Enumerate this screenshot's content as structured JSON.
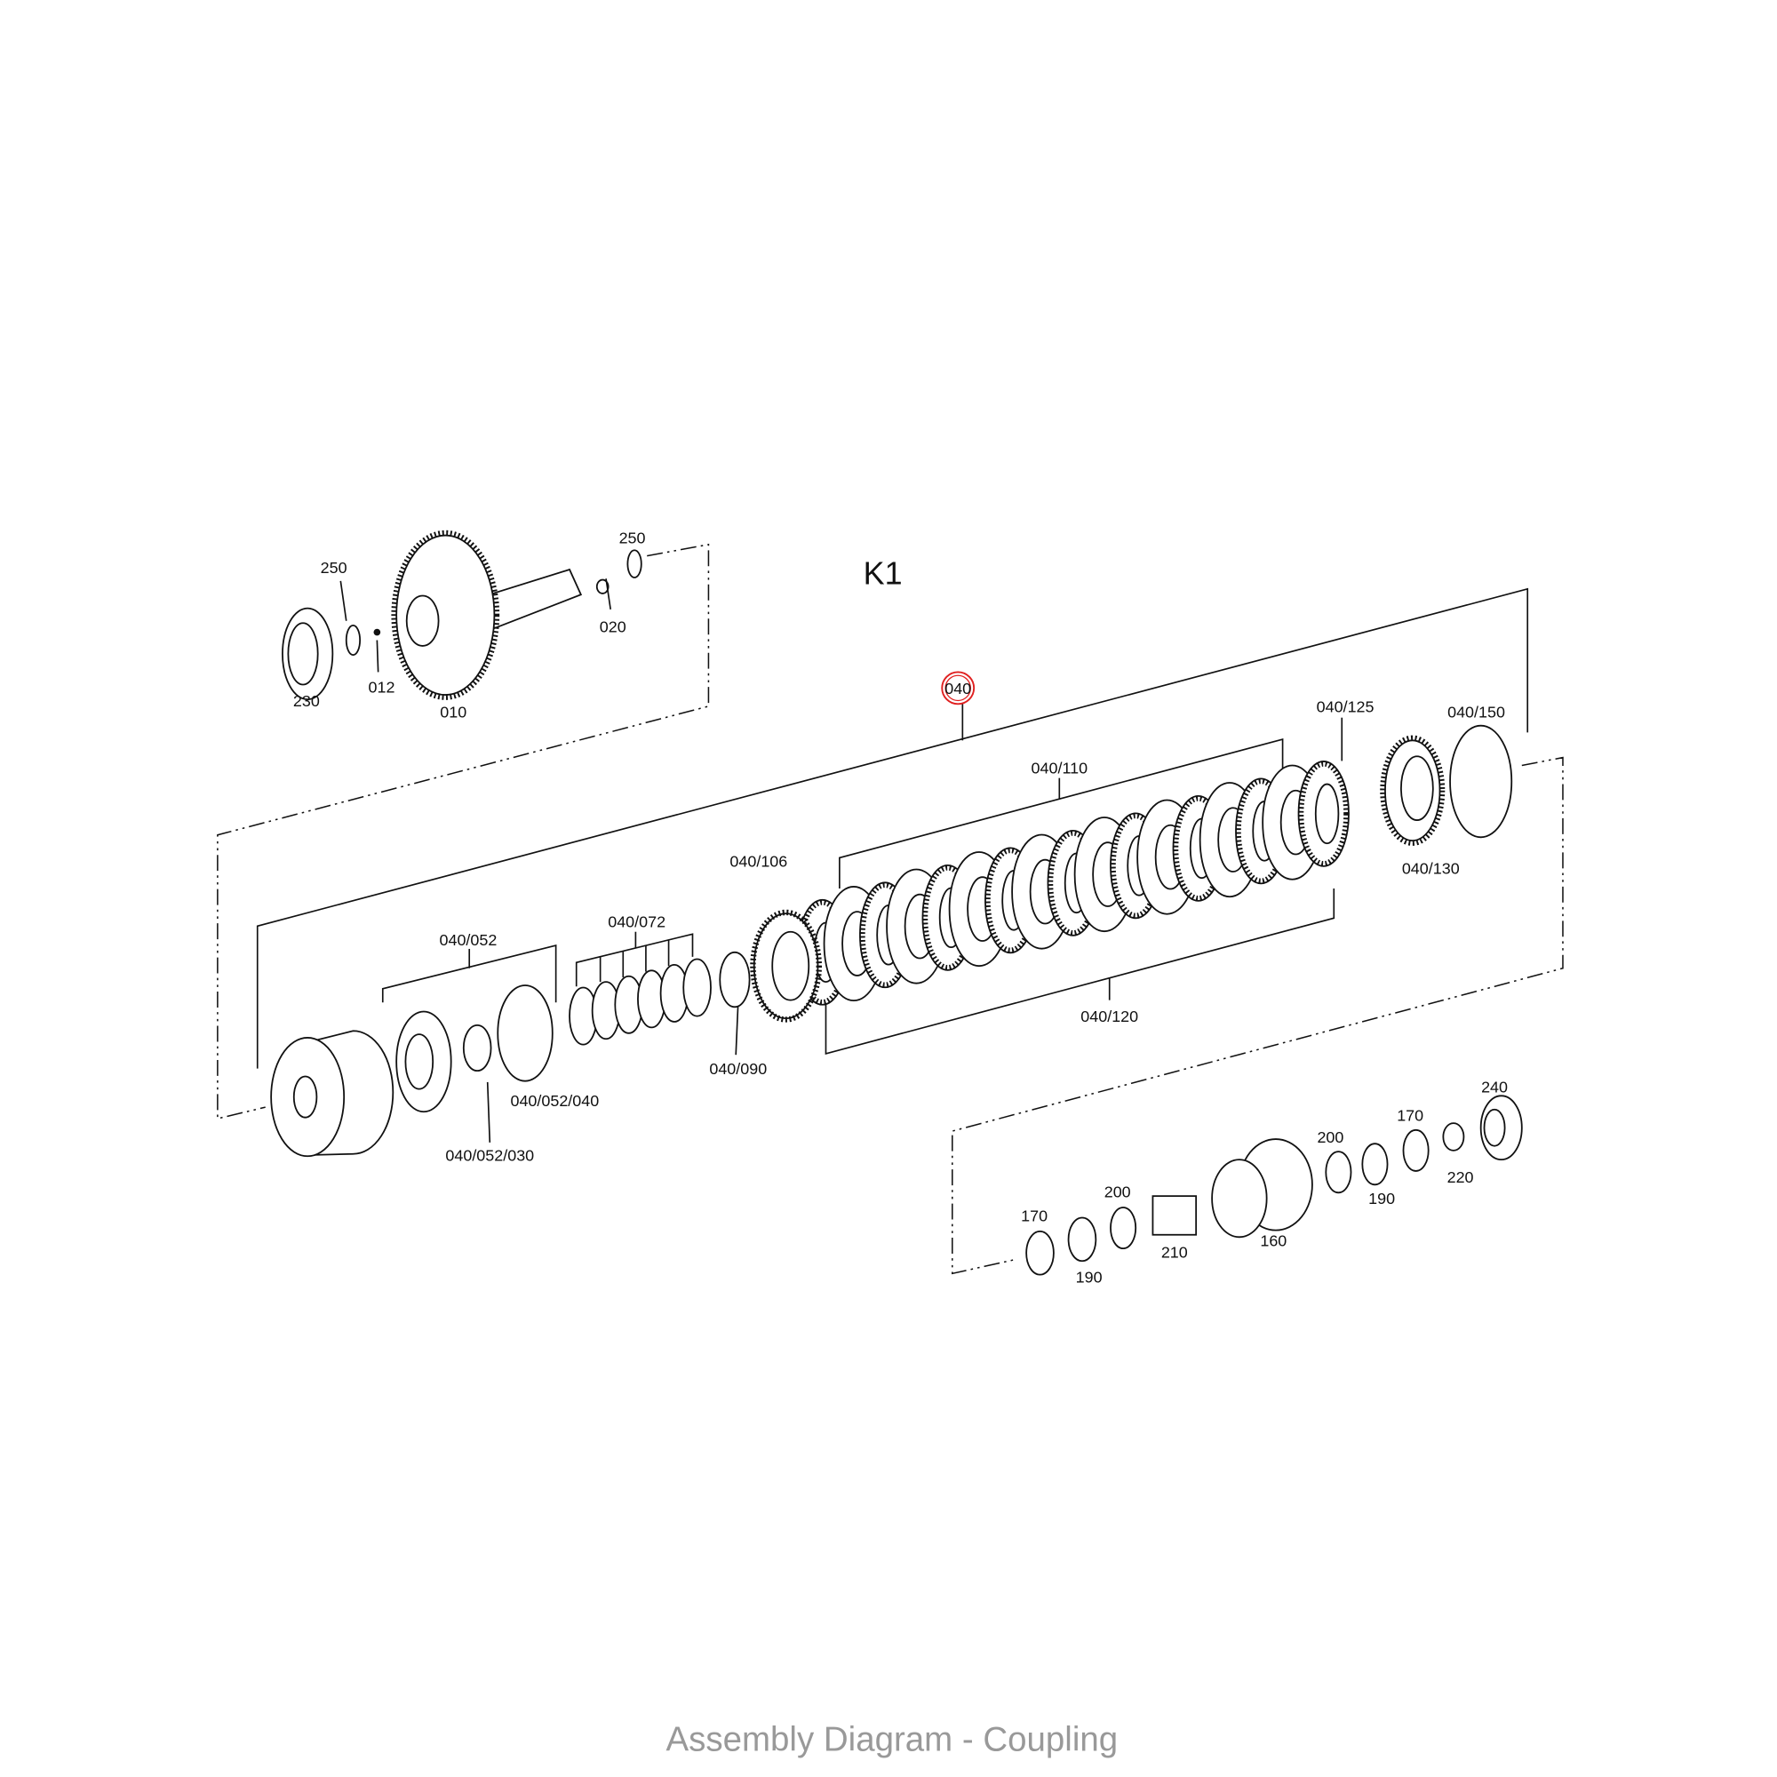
{
  "diagram": {
    "group_label": "K1",
    "title": "Assembly Diagram - Coupling",
    "highlight_color": "#e02020",
    "highlighted_part": "040",
    "labels": {
      "p250a": "250",
      "p250b": "250",
      "p020": "020",
      "p230": "230",
      "p012": "012",
      "p010": "010",
      "p040": "040",
      "p040_125": "040/125",
      "p040_150": "040/150",
      "p040_110": "040/110",
      "p040_106": "040/106",
      "p040_072": "040/072",
      "p040_052": "040/052",
      "p040_130": "040/130",
      "p040_120": "040/120",
      "p040_090": "040/090",
      "p040_052_040": "040/052/040",
      "p040_052_030": "040/052/030",
      "p170a": "170",
      "p190a": "190",
      "p200a": "200",
      "p210": "210",
      "p160": "160",
      "p200b": "200",
      "p190b": "190",
      "p170b": "170",
      "p220": "220",
      "p240": "240"
    }
  }
}
